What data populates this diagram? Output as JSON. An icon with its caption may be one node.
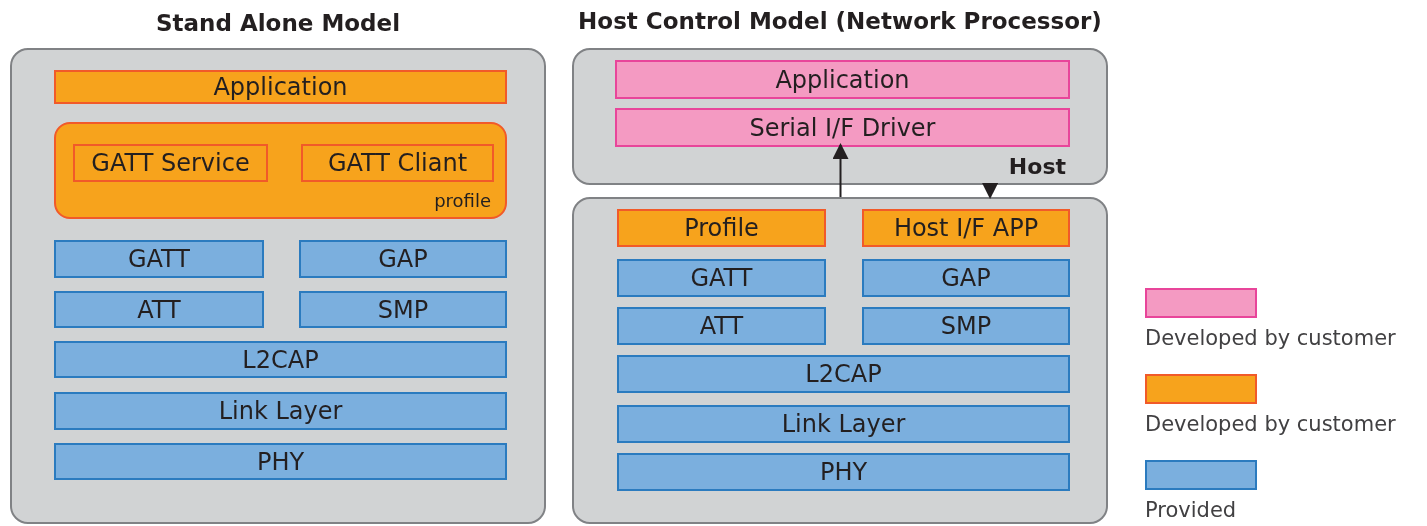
{
  "diagram": {
    "nodes": [
      {
        "text": [
          "Stand Alone Model"
        ]
      },
      {
        "text": [
          "Application"
        ],
        "in": 0
      },
      {
        "text": [
          "profile"
        ],
        "in": 0
      },
      {
        "text": [
          "GATT Service"
        ],
        "in": 2
      },
      {
        "text": [
          "GATT Cliant"
        ],
        "in": 2
      },
      {
        "text": [
          "GATT"
        ],
        "in": 0
      },
      {
        "text": [
          "GAP"
        ],
        "in": 0
      },
      {
        "text": [
          "ATT"
        ],
        "in": 0
      },
      {
        "text": [
          "SMP"
        ],
        "in": 0
      },
      {
        "text": [
          "L2CAP"
        ],
        "in": 0
      },
      {
        "text": [
          "Link Layer"
        ],
        "in": 0
      },
      {
        "text": [
          "PHY"
        ],
        "in": 0
      },
      {
        "text": [
          "Host"
        ]
      },
      {
        "text": [
          "Application"
        ],
        "in": 12
      },
      {
        "text": [
          "Serial I/F Driver"
        ],
        "in": 12
      },
      {
        "text": [],
        "shape": "box"
      },
      {
        "text": [
          "Profile"
        ],
        "in": 15
      },
      {
        "text": [
          "Host I/F APP"
        ],
        "in": 15
      },
      {
        "text": [
          "GATT"
        ],
        "in": 15
      },
      {
        "text": [
          "GAP"
        ],
        "in": 15
      },
      {
        "text": [
          "ATT"
        ],
        "in": 15
      },
      {
        "text": [
          "SMP"
        ],
        "in": 15
      },
      {
        "text": [
          "L2CAP"
        ],
        "in": 15
      },
      {
        "text": [
          "Link Layer"
        ],
        "in": 15
      },
      {
        "text": [
          "PHY"
        ],
        "in": 15
      }
    ],
    "edges": [
      {
        "from": 15,
        "to": 14,
        "arrow": "to"
      },
      {
        "from": 12,
        "to": 15,
        "arrow": "to"
      }
    ],
    "labels": [
      "Host Control Model (Network Processor)"
    ],
    "legend": [
      {
        "text": "Developed by customer",
        "color": "#f49ac2"
      },
      {
        "text": "Developed by customer",
        "color": "#f7a31c"
      },
      {
        "text": "Provided",
        "color": "#7bafde"
      }
    ]
  }
}
